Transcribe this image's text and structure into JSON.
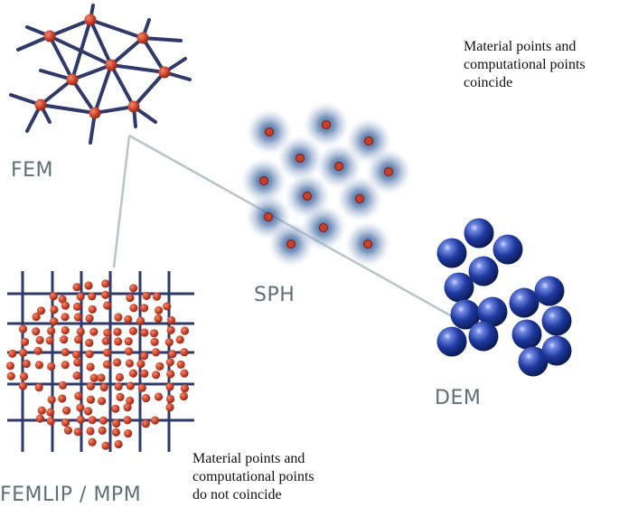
{
  "labels": {
    "fem": "FEM",
    "sph": "SPH",
    "dem": "DEM",
    "femlip": "FEMLIP / MPM"
  },
  "notes": {
    "coincide": [
      "Material points and",
      "computational points",
      "coincide"
    ],
    "not_coincide": [
      "Material points and",
      "computational points",
      "do not coincide"
    ]
  },
  "colors": {
    "mesh_line": "#2f3a6b",
    "node": "#c0392b",
    "connector": "#b9c4c6",
    "sph_halo": "#4a6fa5",
    "dem_sphere": "#1f3f9f",
    "label": "#5f6f73"
  }
}
